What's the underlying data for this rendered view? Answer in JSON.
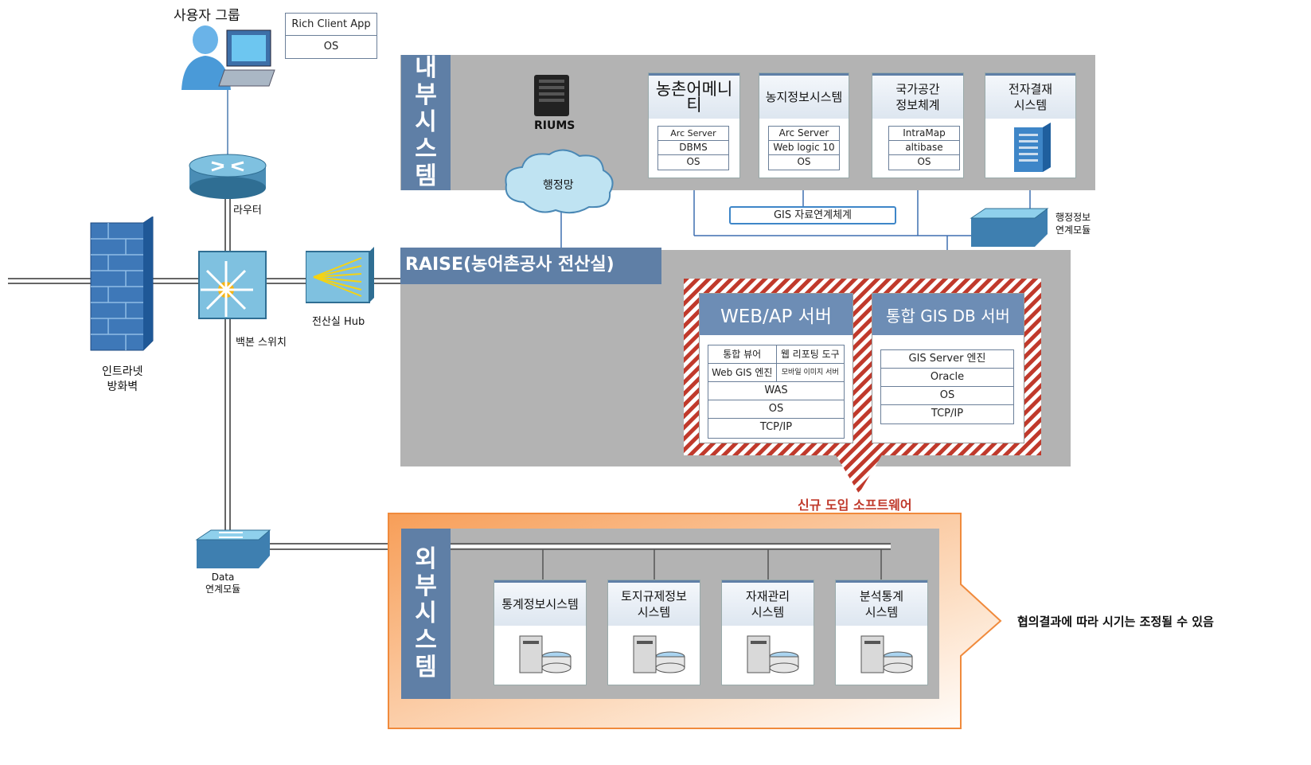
{
  "user_group": {
    "label": "사용자 그룹",
    "client_stack": [
      "Rich Client App",
      "OS"
    ]
  },
  "router": {
    "label": "라우터"
  },
  "backbone_switch": {
    "label": "백본 스위치"
  },
  "hub": {
    "label": "전산실 Hub"
  },
  "firewall": {
    "label_line1": "인트라넷",
    "label_line2": "방화벽"
  },
  "data_module": {
    "label_line1": "Data",
    "label_line2": "연계모듈"
  },
  "internal": {
    "title_chars": [
      "내",
      "부",
      "시",
      "스",
      "템"
    ],
    "riums": "RIUMS",
    "network": "행정망",
    "systems": [
      {
        "title": "농촌어메니티",
        "stack": [
          "Arc Server",
          "DBMS",
          "OS"
        ]
      },
      {
        "title": "농지정보시스템",
        "stack": [
          "Arc Server",
          "Web logic 10",
          "OS"
        ]
      },
      {
        "title": "국가공간\n정보체계",
        "stack": [
          "IntraMap",
          "altibase",
          "OS"
        ]
      },
      {
        "title": "전자결재\n시스템",
        "stack": []
      }
    ],
    "gis_link": "GIS 자료연계체계",
    "admin_module": {
      "line1": "행정정보",
      "line2": "연계모듈"
    }
  },
  "raise": {
    "title": "RAISE(농어촌공사 전산실)",
    "web_server": {
      "title": "WEB/AP 서버",
      "grid": [
        [
          "통합 뷰어",
          "웹 리포팅 도구"
        ],
        [
          "Web GIS 엔진",
          "모바일 이미지 서버"
        ]
      ],
      "stack": [
        "WAS",
        "OS",
        "TCP/IP"
      ]
    },
    "db_server": {
      "title": "통합 GIS DB 서버",
      "stack": [
        "GIS Server 엔진",
        "Oracle",
        "OS",
        "TCP/IP"
      ]
    },
    "new_software": "신규 도입 소프트웨어"
  },
  "external": {
    "title_chars": [
      "외",
      "부",
      "시",
      "스",
      "템"
    ],
    "systems": [
      {
        "title": "통계정보시스템"
      },
      {
        "title": "토지규제정보\n시스템"
      },
      {
        "title": "자재관리\n시스템"
      },
      {
        "title": "분석통계\n시스템"
      }
    ],
    "note": "협의결과에 따라 시기는 조정될 수 있음"
  },
  "colors": {
    "accent_blue": "#5f7fa6",
    "hatch_red": "#c0392b",
    "orange": "#f5a05a",
    "gray_panel": "#b3b3b3"
  }
}
